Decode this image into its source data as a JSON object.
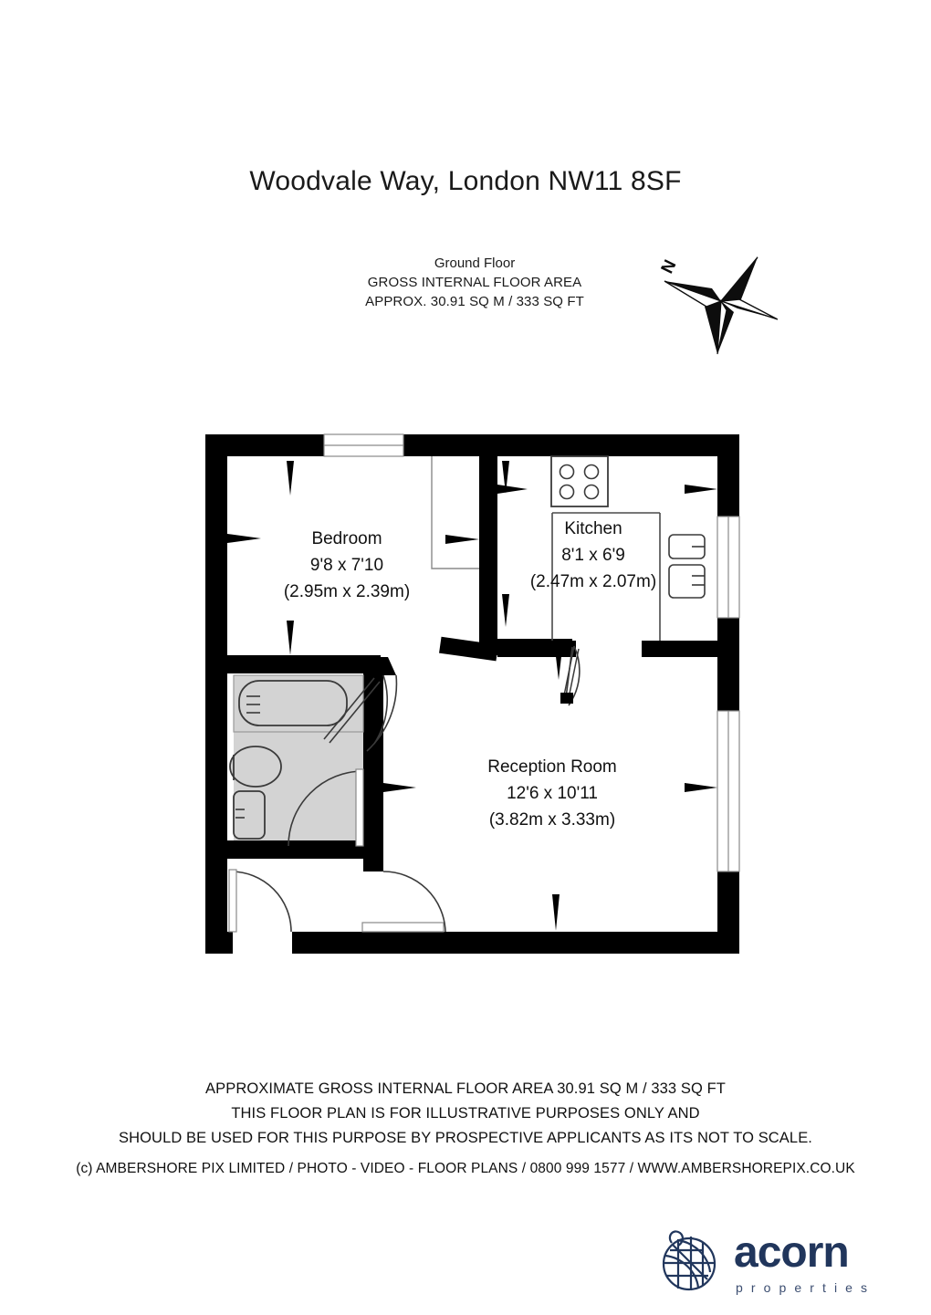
{
  "header": {
    "title": "Woodvale Way, London NW11 8SF",
    "floor_name": "Ground Floor",
    "area_caption": "GROSS INTERNAL FLOOR AREA",
    "area_value": "APPROX. 30.91 SQ M / 333 SQ FT"
  },
  "compass": {
    "north_label": "N",
    "icon": "compass-star-icon"
  },
  "rooms": [
    {
      "id": "bedroom",
      "name": "Bedroom",
      "dimensions_imperial": "9'8 x 7'10",
      "dimensions_metric": "(2.95m x 2.39m)"
    },
    {
      "id": "kitchen",
      "name": "Kitchen",
      "dimensions_imperial": "8'1 x 6'9",
      "dimensions_metric": "(2.47m x 2.07m)"
    },
    {
      "id": "reception",
      "name": "Reception Room",
      "dimensions_imperial": "12'6 x 10'11",
      "dimensions_metric": "(3.82m x 3.33m)"
    }
  ],
  "fixtures": {
    "bathtub": "bathtub-icon",
    "toilet": "toilet-icon",
    "washbasin": "washbasin-icon",
    "hob": "cooker-hob-icon",
    "sink_upper": "sink-basin-icon",
    "sink_lower": "sink-basin-icon"
  },
  "footer": {
    "disclaimer_line1": "APPROXIMATE GROSS INTERNAL FLOOR AREA 30.91 SQ M / 333 SQ FT",
    "disclaimer_line2": "THIS FLOOR PLAN IS FOR ILLUSTRATIVE PURPOSES ONLY AND",
    "disclaimer_line3": "SHOULD BE USED FOR THIS PURPOSE BY PROSPECTIVE APPLICANTS AS ITS NOT TO SCALE.",
    "copyright": "(c) AMBERSHORE PIX LIMITED / PHOTO - VIDEO - FLOOR PLANS / 0800 999 1577 / WWW.AMBERSHOREPIX.CO.UK"
  },
  "brand": {
    "name": "acorn",
    "tagline": "p r o p e r t i e s",
    "color": "#21365c",
    "logo_icon": "acorn-globe-icon"
  },
  "colors": {
    "wall": "#000000",
    "background": "#ffffff",
    "bathroom_fill": "#d3d3d3",
    "fixture_stroke": "#3a3a3a",
    "brand": "#21365c"
  }
}
